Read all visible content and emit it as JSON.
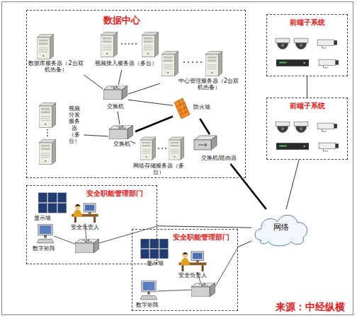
{
  "diagram": {
    "nodes": [
      {
        "text": [
          "数据中心"
        ]
      },
      {
        "text": [
          "数据库服务器（2台双机热备）"
        ],
        "in": 0
      },
      {
        "text": [
          "视频接入服务器（多台）"
        ],
        "in": 0
      },
      {
        "text": [
          "中心管理服务器（2台双机热备）"
        ],
        "in": 0
      },
      {
        "text": [
          "交换机"
        ],
        "in": 0
      },
      {
        "text": [
          "防火墙"
        ],
        "in": 0
      },
      {
        "text": [
          "视频分发服务器（多台）"
        ],
        "in": 0
      },
      {
        "text": [
          "交换机"
        ],
        "in": 0
      },
      {
        "text": [
          "网络存储服务器（多台）"
        ],
        "in": 0
      },
      {
        "text": [
          "交换机/路由器"
        ],
        "in": 0
      },
      {
        "text": [
          "前端子系统"
        ]
      },
      {
        "text": [
          "前端子系统"
        ]
      },
      {
        "text": [
          "网络"
        ]
      },
      {
        "text": [
          "安全职能管理部门"
        ]
      },
      {
        "text": [
          "显示墙"
        ],
        "in": 13
      },
      {
        "text": [
          "安全负责人"
        ],
        "in": 13
      },
      {
        "text": [
          "数字矩阵"
        ],
        "in": 13
      },
      {
        "text": [
          "安全职能管理部门"
        ]
      },
      {
        "text": [
          "显示墙"
        ],
        "in": 17
      },
      {
        "text": [
          "安全负责人"
        ],
        "in": 17
      },
      {
        "text": [
          "数字矩阵"
        ],
        "in": 17
      }
    ],
    "edges": [
      {
        "from": 1,
        "to": 4,
        "arrow": "none"
      },
      {
        "from": 2,
        "to": 4,
        "arrow": "none"
      },
      {
        "from": 3,
        "to": 4,
        "arrow": "none"
      },
      {
        "from": 4,
        "to": 5,
        "arrow": "none"
      },
      {
        "from": 4,
        "to": 7,
        "arrow": "none"
      },
      {
        "from": 6,
        "to": 7,
        "arrow": "none"
      },
      {
        "from": 7,
        "to": 8,
        "arrow": "none"
      },
      {
        "from": 7,
        "to": 5,
        "arrow": "none"
      },
      {
        "from": 5,
        "to": 9,
        "arrow": "none"
      },
      {
        "from": 9,
        "to": 12,
        "arrow": "none"
      },
      {
        "from": 10,
        "to": 11,
        "arrow": "none"
      },
      {
        "from": 11,
        "to": 12,
        "arrow": "none"
      },
      {
        "from": 13,
        "to": 12,
        "arrow": "none"
      },
      {
        "from": 17,
        "to": 12,
        "arrow": "none"
      }
    ],
    "labels": [
      "来源：中经纵横"
    ]
  }
}
